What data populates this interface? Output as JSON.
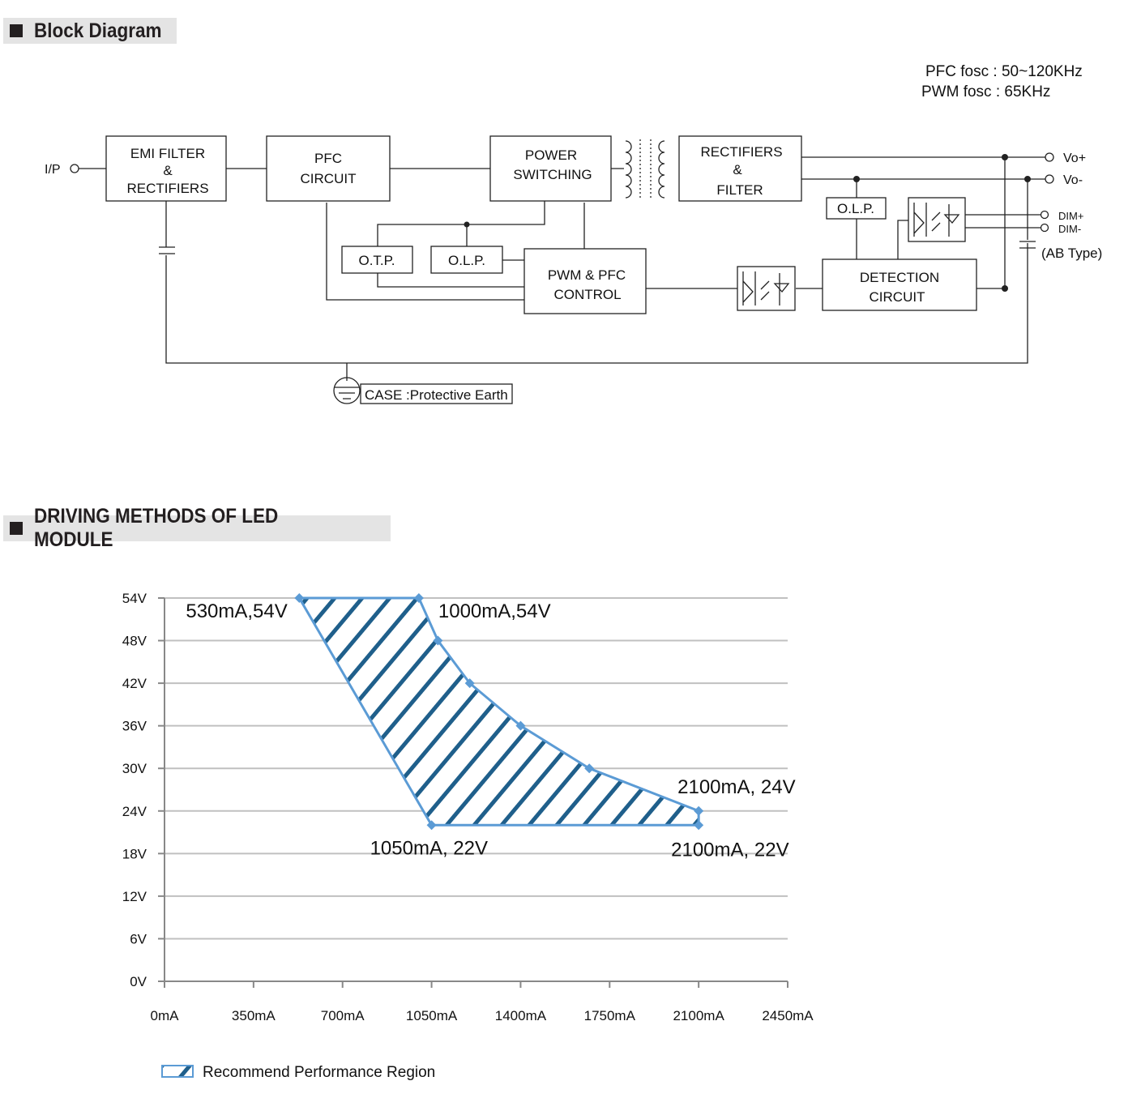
{
  "block_diagram": {
    "title": "Block Diagram",
    "freq1": "PFC fosc : 50~120KHz",
    "freq2": "PWM fosc : 65KHz",
    "input": "I/P",
    "emi": [
      "EMI FILTER",
      "&",
      "RECTIFIERS"
    ],
    "pfc": [
      "PFC",
      "CIRCUIT"
    ],
    "power": [
      "POWER",
      "SWITCHING"
    ],
    "rect": [
      "RECTIFIERS",
      "&",
      "FILTER"
    ],
    "otp": "O.T.P.",
    "olp1": "O.L.P.",
    "olp2": "O.L.P.",
    "pwm": [
      "PWM & PFC",
      "CONTROL"
    ],
    "detect": [
      "DETECTION",
      "CIRCUIT"
    ],
    "vo_plus": "Vo+",
    "vo_minus": "Vo-",
    "dim_plus": "DIM+",
    "dim_minus": "DIM-",
    "ab_type": "(AB Type)",
    "case": "CASE :Protective Earth"
  },
  "driving": {
    "title": "DRIVING METHODS OF LED MODULE",
    "legend": "Recommend Performance Region"
  },
  "chart_data": {
    "type": "area",
    "title": "DRIVING METHODS OF LED MODULE",
    "xlabel": "",
    "ylabel": "",
    "xlim": [
      0,
      2450
    ],
    "ylim": [
      0,
      54
    ],
    "x_ticks": [
      0,
      350,
      700,
      1050,
      1400,
      1750,
      2100,
      2450
    ],
    "x_tick_labels": [
      "0mA",
      "350mA",
      "700mA",
      "1050mA",
      "1400mA",
      "1750mA",
      "2100mA",
      "2450mA"
    ],
    "y_ticks": [
      0,
      6,
      12,
      18,
      24,
      30,
      36,
      42,
      48,
      54
    ],
    "y_tick_labels": [
      "0V",
      "6V",
      "12V",
      "18V",
      "24V",
      "30V",
      "36V",
      "42V",
      "48V",
      "54V"
    ],
    "grid": true,
    "series": [
      {
        "name": "Recommend Performance Region",
        "color": "#5b9bd5",
        "hatch": "#1f5f8b",
        "points": [
          [
            530,
            54
          ],
          [
            1000,
            54
          ],
          [
            1075,
            48
          ],
          [
            1200,
            42
          ],
          [
            1400,
            36
          ],
          [
            1670,
            30
          ],
          [
            2100,
            24
          ],
          [
            2100,
            22
          ],
          [
            1050,
            22
          ]
        ]
      }
    ],
    "annotations": [
      {
        "text": "530mA,54V",
        "x": 530,
        "y": 54
      },
      {
        "text": "1000mA,54V",
        "x": 1000,
        "y": 54
      },
      {
        "text": "2100mA, 24V",
        "x": 2100,
        "y": 24
      },
      {
        "text": "1050mA, 22V",
        "x": 1050,
        "y": 22
      },
      {
        "text": "2100mA, 22V",
        "x": 2100,
        "y": 22
      }
    ],
    "legend_position": "bottom-left"
  }
}
